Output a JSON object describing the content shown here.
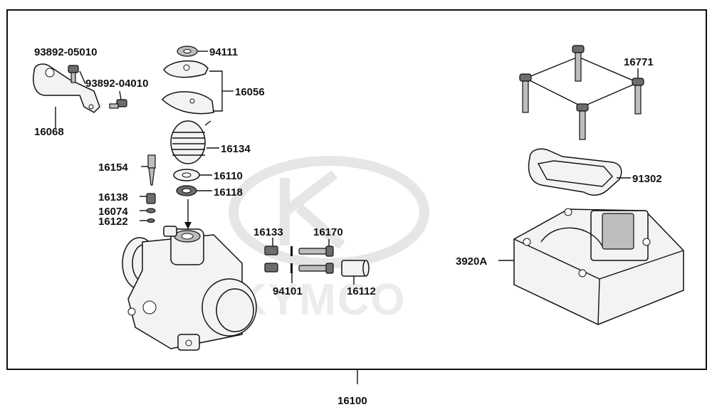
{
  "watermark": {
    "brand": "KYMCO"
  },
  "parts": {
    "p16100": "16100",
    "p93892_05010": "93892-05010",
    "p93892_04010": "93892-04010",
    "p16068": "16068",
    "p94111": "94111",
    "p16056": "16056",
    "p16134": "16134",
    "p16154": "16154",
    "p16110": "16110",
    "p16118": "16118",
    "p16138": "16138",
    "p16074": "16074",
    "p16122": "16122",
    "p16133": "16133",
    "p16170": "16170",
    "p94101": "94101",
    "p16112": "16112",
    "p16771": "16771",
    "p91302": "91302",
    "p3920A": "3920A"
  },
  "colors": {
    "line": "#111111",
    "frame": "#111111",
    "watermark": "#e6e6e6"
  }
}
